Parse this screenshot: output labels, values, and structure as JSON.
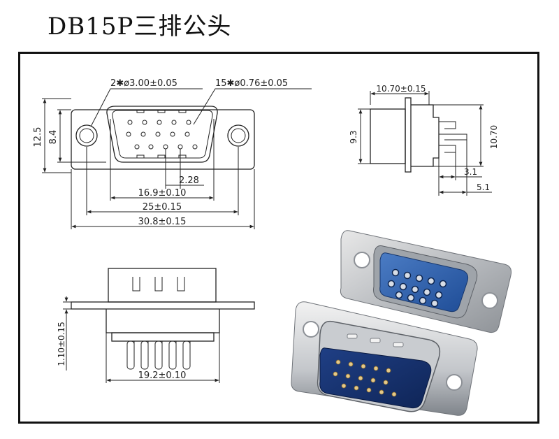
{
  "title": "DB15P三排公头",
  "front_view": {
    "mount_hole_callout": "2✱ø3.00±0.05",
    "pin_callout": "15✱ø0.76±0.05",
    "height_total": "12.5",
    "height_shell": "8.4",
    "pin_pitch": "2.28",
    "pin_span": "16.9±0.10",
    "hole_span": "25±0.15",
    "overall_width": "30.8±0.15"
  },
  "side_view": {
    "depth": "10.70±0.15",
    "shell_height": "9.3",
    "overall_height": "10.70",
    "pin_offset_1": "3.1",
    "pin_offset_2": "5.1"
  },
  "bottom_view": {
    "flange_thickness": "1.10±0.15",
    "pin_row_width": "19.2±0.10"
  },
  "photos": {
    "top_connector": "connector-photo-female-side",
    "bottom_connector": "connector-photo-male-side"
  }
}
